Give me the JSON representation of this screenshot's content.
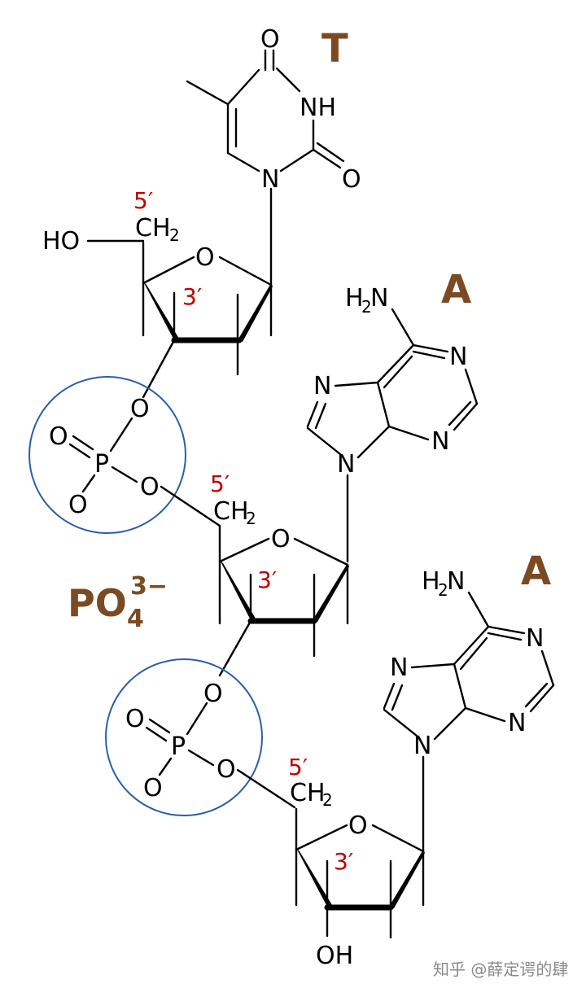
{
  "labels": {
    "base_1": "T",
    "base_2": "A",
    "base_3": "A",
    "phosphate_main": "PO",
    "phosphate_sub": "4",
    "phosphate_sup": "3−"
  },
  "atoms": {
    "O": "O",
    "N": "N",
    "NH": "NH",
    "P": "P",
    "HO": "HO",
    "OH": "OH",
    "CH": "CH",
    "H": "H",
    "sub2": "2"
  },
  "primes": {
    "five": "5′",
    "three": "3′"
  },
  "watermark": "知乎 @薛定谔的肆",
  "colors": {
    "base_label": "#7b4a22",
    "prime_label": "#c00000",
    "phosphate_circle": "#2a5fa8"
  }
}
